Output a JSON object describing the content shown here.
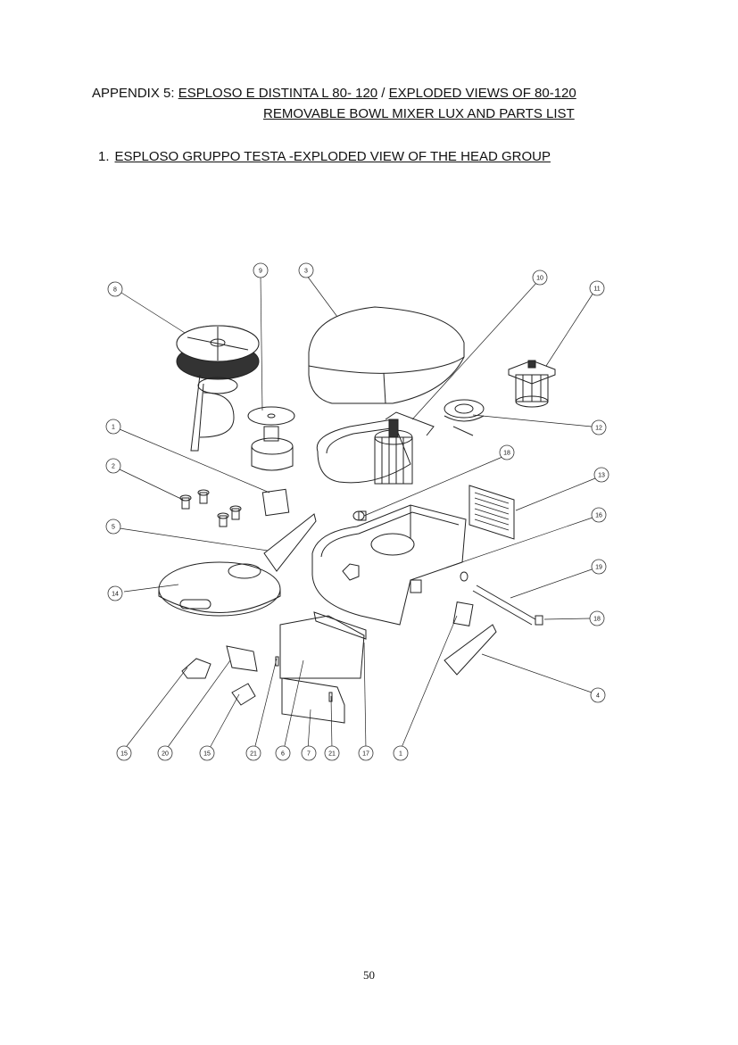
{
  "heading": {
    "prefix": "APPENDIX 5: ",
    "part1": "ESPLOSO E DISTINTA L 80- 120",
    "sep": " / ",
    "part2": "EXPLODED VIEWS OF 80-120",
    "line2": "REMOVABLE BOWL MIXER LUX AND PARTS LIST"
  },
  "section": {
    "number": "1.",
    "title": "ESPLOSO GRUPPO TESTA -EXPLODED VIEW OF THE HEAD GROUP"
  },
  "callouts": {
    "c8": "8",
    "c9": "9",
    "c3": "3",
    "c10": "10",
    "c11": "11",
    "c12": "12",
    "c1a": "1",
    "c18a": "18",
    "c2": "2",
    "c13": "13",
    "c16": "16",
    "c5": "5",
    "c19": "19",
    "c14": "14",
    "c18b": "18",
    "c4": "4",
    "b15a": "15",
    "b20": "20",
    "b15b": "15",
    "b21a": "21",
    "b6": "6",
    "b7": "7",
    "b21b": "21",
    "b17": "17",
    "b1": "1"
  },
  "page_number": "50"
}
